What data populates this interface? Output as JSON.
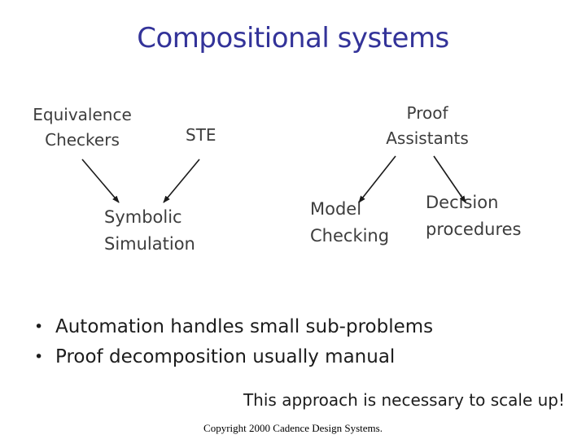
{
  "slide": {
    "title": "Compositional systems"
  },
  "diagram": {
    "nodes": {
      "equivalence_checkers": {
        "line1": "Equivalence",
        "line2": "Checkers"
      },
      "ste": {
        "label": "STE"
      },
      "proof_assistants": {
        "line1": "Proof",
        "line2": "Assistants"
      },
      "symbolic_simulation": {
        "line1": "Symbolic",
        "line2": "Simulation"
      },
      "model_checking": {
        "line1": "Model",
        "line2": "Checking"
      },
      "decision_procedures": {
        "line1": "Decision",
        "line2": "procedures"
      }
    },
    "arrows": [
      {
        "from": "Equivalence Checkers",
        "to": "Symbolic Simulation"
      },
      {
        "from": "STE",
        "to": "Symbolic Simulation"
      },
      {
        "from": "Proof Assistants",
        "to": "Model Checking"
      },
      {
        "from": "Proof Assistants",
        "to": "Decision procedures"
      }
    ]
  },
  "bullets": {
    "marker": "•",
    "items": [
      "Automation handles small sub-problems",
      "Proof decomposition usually manual"
    ]
  },
  "closing_statement": "This approach is necessary to scale up!",
  "copyright": "Copyright 2000 Cadence Design Systems.",
  "colors": {
    "title": "#333399",
    "diagram_text": "#3d3d3d",
    "body_text": "#1c1c1c",
    "arrow": "#1a1a1a",
    "background": "#ffffff"
  }
}
